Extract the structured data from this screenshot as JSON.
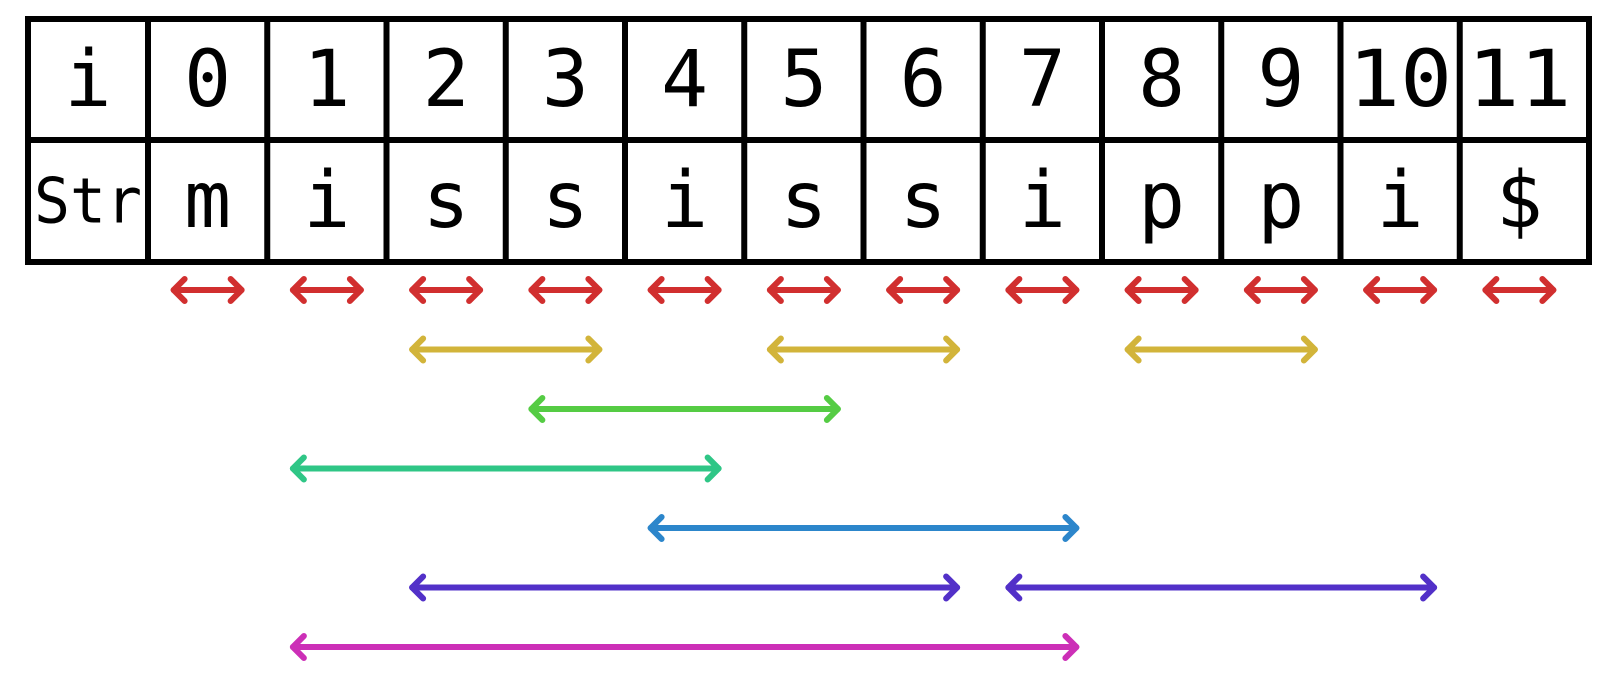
{
  "table": {
    "index_header": "i",
    "string_header": "Str",
    "indices": [
      "0",
      "1",
      "2",
      "3",
      "4",
      "5",
      "6",
      "7",
      "8",
      "9",
      "10",
      "11"
    ],
    "chars": [
      "m",
      "i",
      "s",
      "s",
      "i",
      "s",
      "s",
      "i",
      "p",
      "p",
      "i",
      "$"
    ]
  },
  "arrow_rows": [
    {
      "color": "#d12f2f",
      "spans": [
        [
          0,
          0
        ],
        [
          1,
          1
        ],
        [
          2,
          2
        ],
        [
          3,
          3
        ],
        [
          4,
          4
        ],
        [
          5,
          5
        ],
        [
          6,
          6
        ],
        [
          7,
          7
        ],
        [
          8,
          8
        ],
        [
          9,
          9
        ],
        [
          10,
          10
        ],
        [
          11,
          11
        ]
      ]
    },
    {
      "color": "#d2b43a",
      "spans": [
        [
          2,
          3
        ],
        [
          5,
          6
        ],
        [
          8,
          9
        ]
      ]
    },
    {
      "color": "#55cc44",
      "spans": [
        [
          3,
          5
        ]
      ]
    },
    {
      "color": "#2fc686",
      "spans": [
        [
          1,
          4
        ]
      ]
    },
    {
      "color": "#2c86cb",
      "spans": [
        [
          4,
          7
        ]
      ]
    },
    {
      "color": "#5230c8",
      "spans": [
        [
          2,
          6
        ],
        [
          7,
          10
        ]
      ]
    },
    {
      "color": "#cc2fb7",
      "spans": [
        [
          1,
          7
        ]
      ]
    }
  ]
}
